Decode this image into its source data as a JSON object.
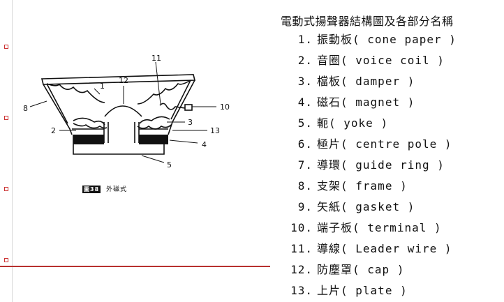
{
  "title": "電動式揚聲器結構圖及各部分名稱",
  "figure": {
    "caption_tag": "圖38",
    "caption": "外磁式",
    "labels": [
      "1",
      "12",
      "11",
      "10",
      "8",
      "3",
      "2",
      "13",
      "4",
      "5"
    ]
  },
  "parts": [
    {
      "num": "1.",
      "zh": "振動板",
      "en": "( cone paper )"
    },
    {
      "num": "2.",
      "zh": "音圈",
      "en": "( voice coil )"
    },
    {
      "num": "3.",
      "zh": "檔板",
      "en": "( damper )"
    },
    {
      "num": "4.",
      "zh": "磁石",
      "en": "( magnet )"
    },
    {
      "num": "5.",
      "zh": "軛",
      "en": "( yoke )"
    },
    {
      "num": "6.",
      "zh": "極片",
      "en": "( centre pole )"
    },
    {
      "num": "7.",
      "zh": "導環",
      "en": "( guide ring )"
    },
    {
      "num": "8.",
      "zh": "支架",
      "en": "( frame )"
    },
    {
      "num": "9.",
      "zh": "矢紙",
      "en": "( gasket )"
    },
    {
      "num": "10.",
      "zh": "端子板",
      "en": "( terminal )"
    },
    {
      "num": "11.",
      "zh": "導線",
      "en": "( Leader wire )"
    },
    {
      "num": "12.",
      "zh": "防塵罩",
      "en": "( cap )"
    },
    {
      "num": "13.",
      "zh": "上片",
      "en": "( plate )"
    }
  ]
}
